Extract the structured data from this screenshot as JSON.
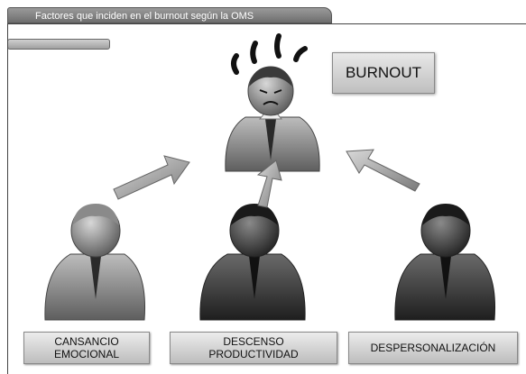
{
  "header": {
    "title": "Factores que inciden en el burnout según la OMS"
  },
  "center": {
    "label": "BURNOUT"
  },
  "factors": [
    {
      "line1": "CANSANCIO",
      "line2": "EMOCIONAL"
    },
    {
      "line1": "DESCENSO",
      "line2": "PRODUCTIVIDAD"
    },
    {
      "line1": "DESPERSONALIZACIÓN",
      "line2": ""
    }
  ],
  "icons": [
    "stressed-person-icon",
    "person-icon",
    "arrow-icon"
  ],
  "colors": {
    "frame": "#444444",
    "box_top": "#ececec",
    "box_bottom": "#bdbdbd"
  }
}
